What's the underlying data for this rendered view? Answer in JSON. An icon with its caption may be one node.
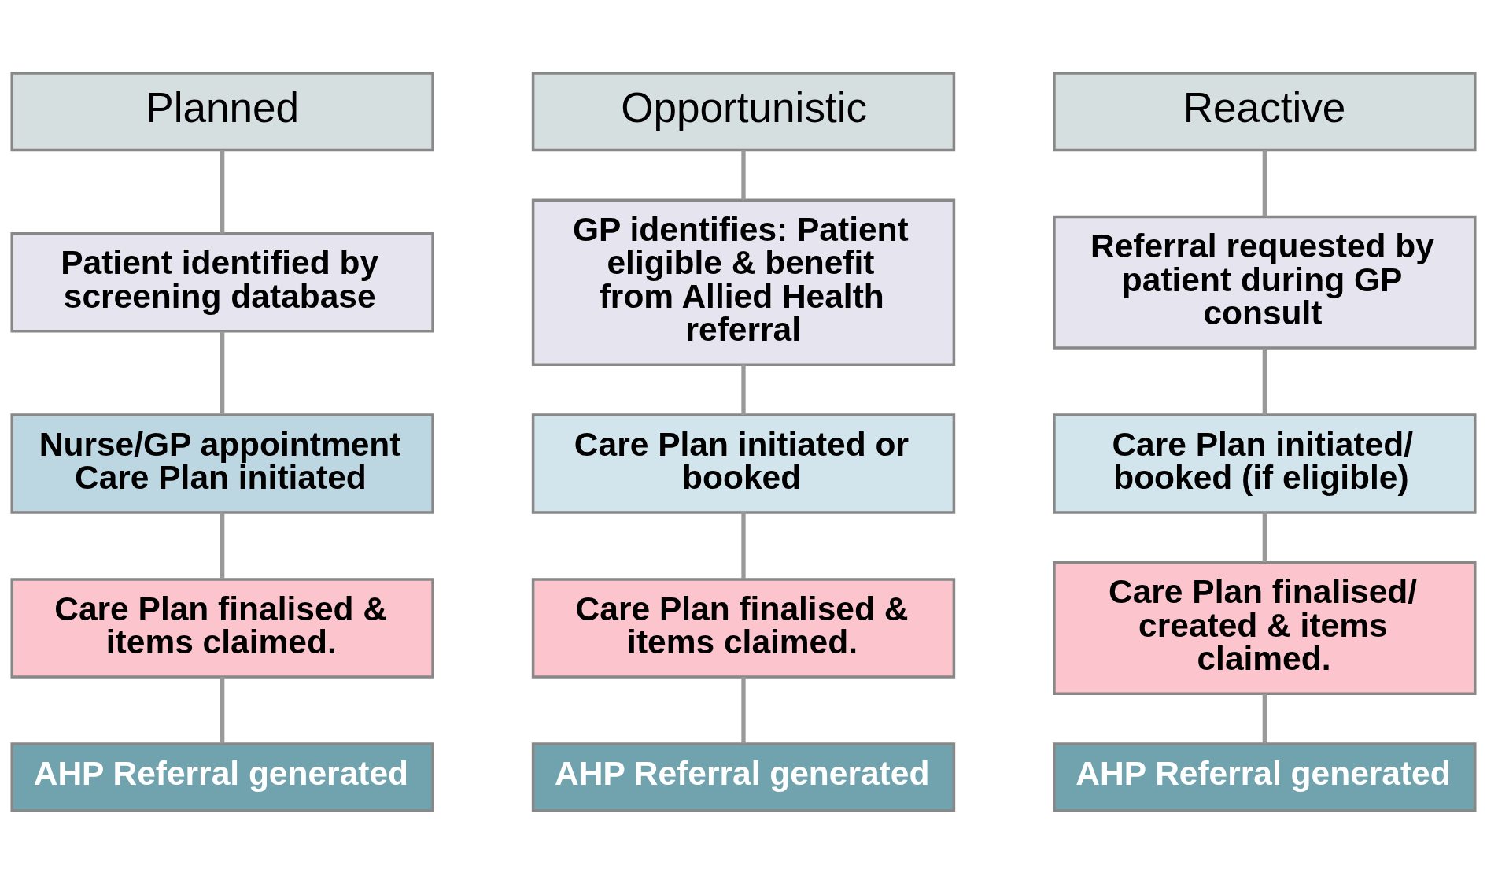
{
  "diagram": {
    "nodes": [
      {
        "text": [
          "Planned"
        ]
      },
      {
        "text": [
          "Patient identified by screening database"
        ]
      },
      {
        "text": [
          "Nurse/GP appointment Care Plan initiated"
        ]
      },
      {
        "text": [
          "Care Plan finalised & items claimed."
        ]
      },
      {
        "text": [
          "AHP Referral generated"
        ]
      },
      {
        "text": [
          "Opportunistic"
        ]
      },
      {
        "text": [
          "GP identifies: Patient eligible & benefit from Allied Health referral"
        ]
      },
      {
        "text": [
          "Care Plan initiated or booked"
        ]
      },
      {
        "text": [
          "Care Plan finalised & items claimed."
        ]
      },
      {
        "text": [
          "AHP Referral generated"
        ]
      },
      {
        "text": [
          "Reactive"
        ]
      },
      {
        "text": [
          "Referral requested by patient during GP consult"
        ]
      },
      {
        "text": [
          "Care Plan initiated/ booked (if eligible)"
        ]
      },
      {
        "text": [
          "Care Plan finalised/ created & items claimed."
        ]
      },
      {
        "text": [
          "AHP Referral generated"
        ]
      }
    ],
    "edges": [
      {
        "from": 0,
        "to": 1,
        "arrow": "none"
      },
      {
        "from": 1,
        "to": 2,
        "arrow": "none"
      },
      {
        "from": 2,
        "to": 3,
        "arrow": "none"
      },
      {
        "from": 3,
        "to": 4,
        "arrow": "none"
      },
      {
        "from": 5,
        "to": 6,
        "arrow": "none"
      },
      {
        "from": 6,
        "to": 7,
        "arrow": "none"
      },
      {
        "from": 7,
        "to": 8,
        "arrow": "none"
      },
      {
        "from": 8,
        "to": 9,
        "arrow": "none"
      },
      {
        "from": 10,
        "to": 11,
        "arrow": "none"
      },
      {
        "from": 11,
        "to": 12,
        "arrow": "none"
      },
      {
        "from": 12,
        "to": 13,
        "arrow": "none"
      },
      {
        "from": 13,
        "to": 14,
        "arrow": "none"
      }
    ]
  }
}
